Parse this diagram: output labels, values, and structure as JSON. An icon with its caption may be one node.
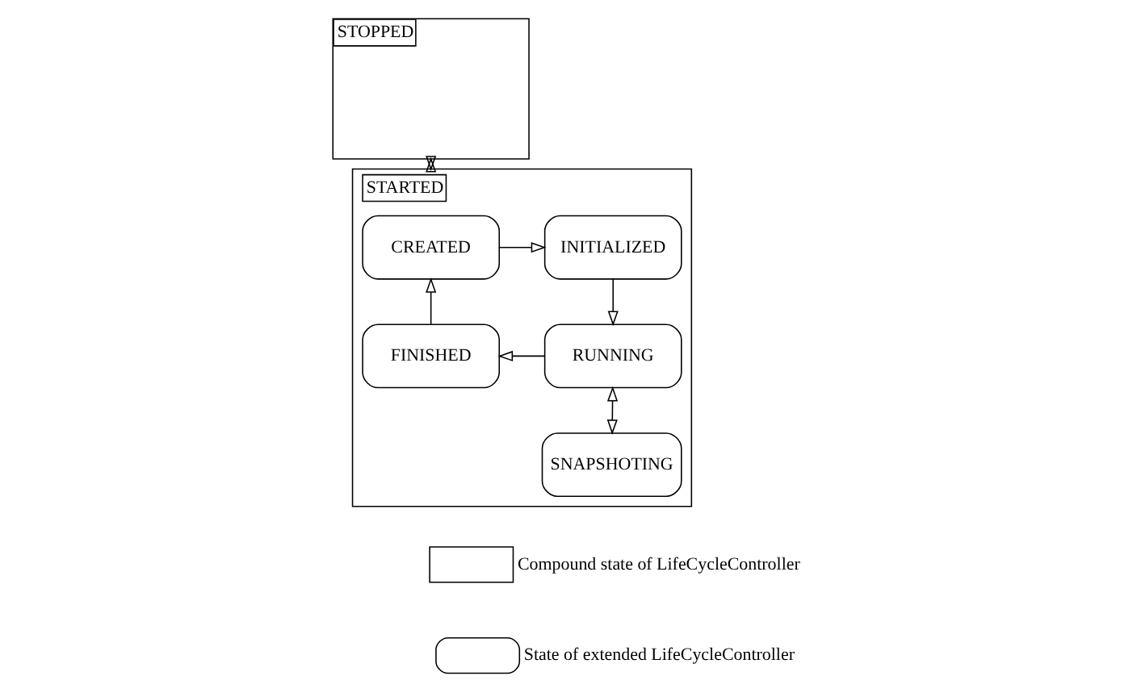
{
  "diagram": {
    "nodes": [
      {
        "text": [
          "STOPPED"
        ]
      },
      {
        "text": [
          "STARTED"
        ]
      },
      {
        "text": [
          "CREATED"
        ],
        "in": 1
      },
      {
        "text": [
          "INITIALIZED"
        ],
        "in": 1
      },
      {
        "text": [
          "FINISHED"
        ],
        "in": 1
      },
      {
        "text": [
          "RUNNING"
        ],
        "in": 1
      },
      {
        "text": [
          "SNAPSHOTING"
        ],
        "in": 1
      }
    ],
    "edges": [
      {
        "from": 0,
        "to": 1,
        "arrow": "both"
      },
      {
        "from": 2,
        "to": 3,
        "arrow": "to"
      },
      {
        "from": 3,
        "to": 5,
        "arrow": "to"
      },
      {
        "from": 5,
        "to": 4,
        "arrow": "to"
      },
      {
        "from": 4,
        "to": 2,
        "arrow": "to"
      },
      {
        "from": 5,
        "to": 6,
        "arrow": "both"
      }
    ],
    "legend": [
      {
        "text": "Compound state of LifeCycleController"
      },
      {
        "text": "State of extended LifeCycleController"
      }
    ]
  }
}
